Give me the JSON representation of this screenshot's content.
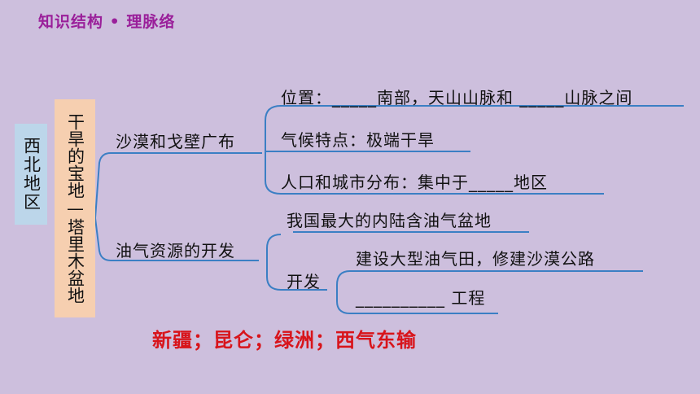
{
  "header": {
    "title": "知识结构 • 理脉络"
  },
  "diagram": {
    "region": "西北地区",
    "basin": "干旱的宝地—塔里木盆地",
    "branch1": {
      "label": "沙漠和戈壁广布",
      "items": [
        "位置：_____南部，天山山脉和 _____山脉之间",
        "气候特点：极端干旱",
        "人口和城市分布：集中于_____地区"
      ]
    },
    "branch2": {
      "label": "油气资源的开发",
      "item1": "我国最大的内陆含油气盆地",
      "sub": {
        "label": "开发",
        "items": [
          "建设大型油气田，修建沙漠公路",
          "__________ 工程"
        ]
      }
    }
  },
  "answers": "新疆；昆仑；绿洲；西气东输",
  "colors": {
    "background": "#cdbfdd",
    "line": "#3b7fc4",
    "header": "#9a1f9a",
    "answer": "#d8141b"
  }
}
